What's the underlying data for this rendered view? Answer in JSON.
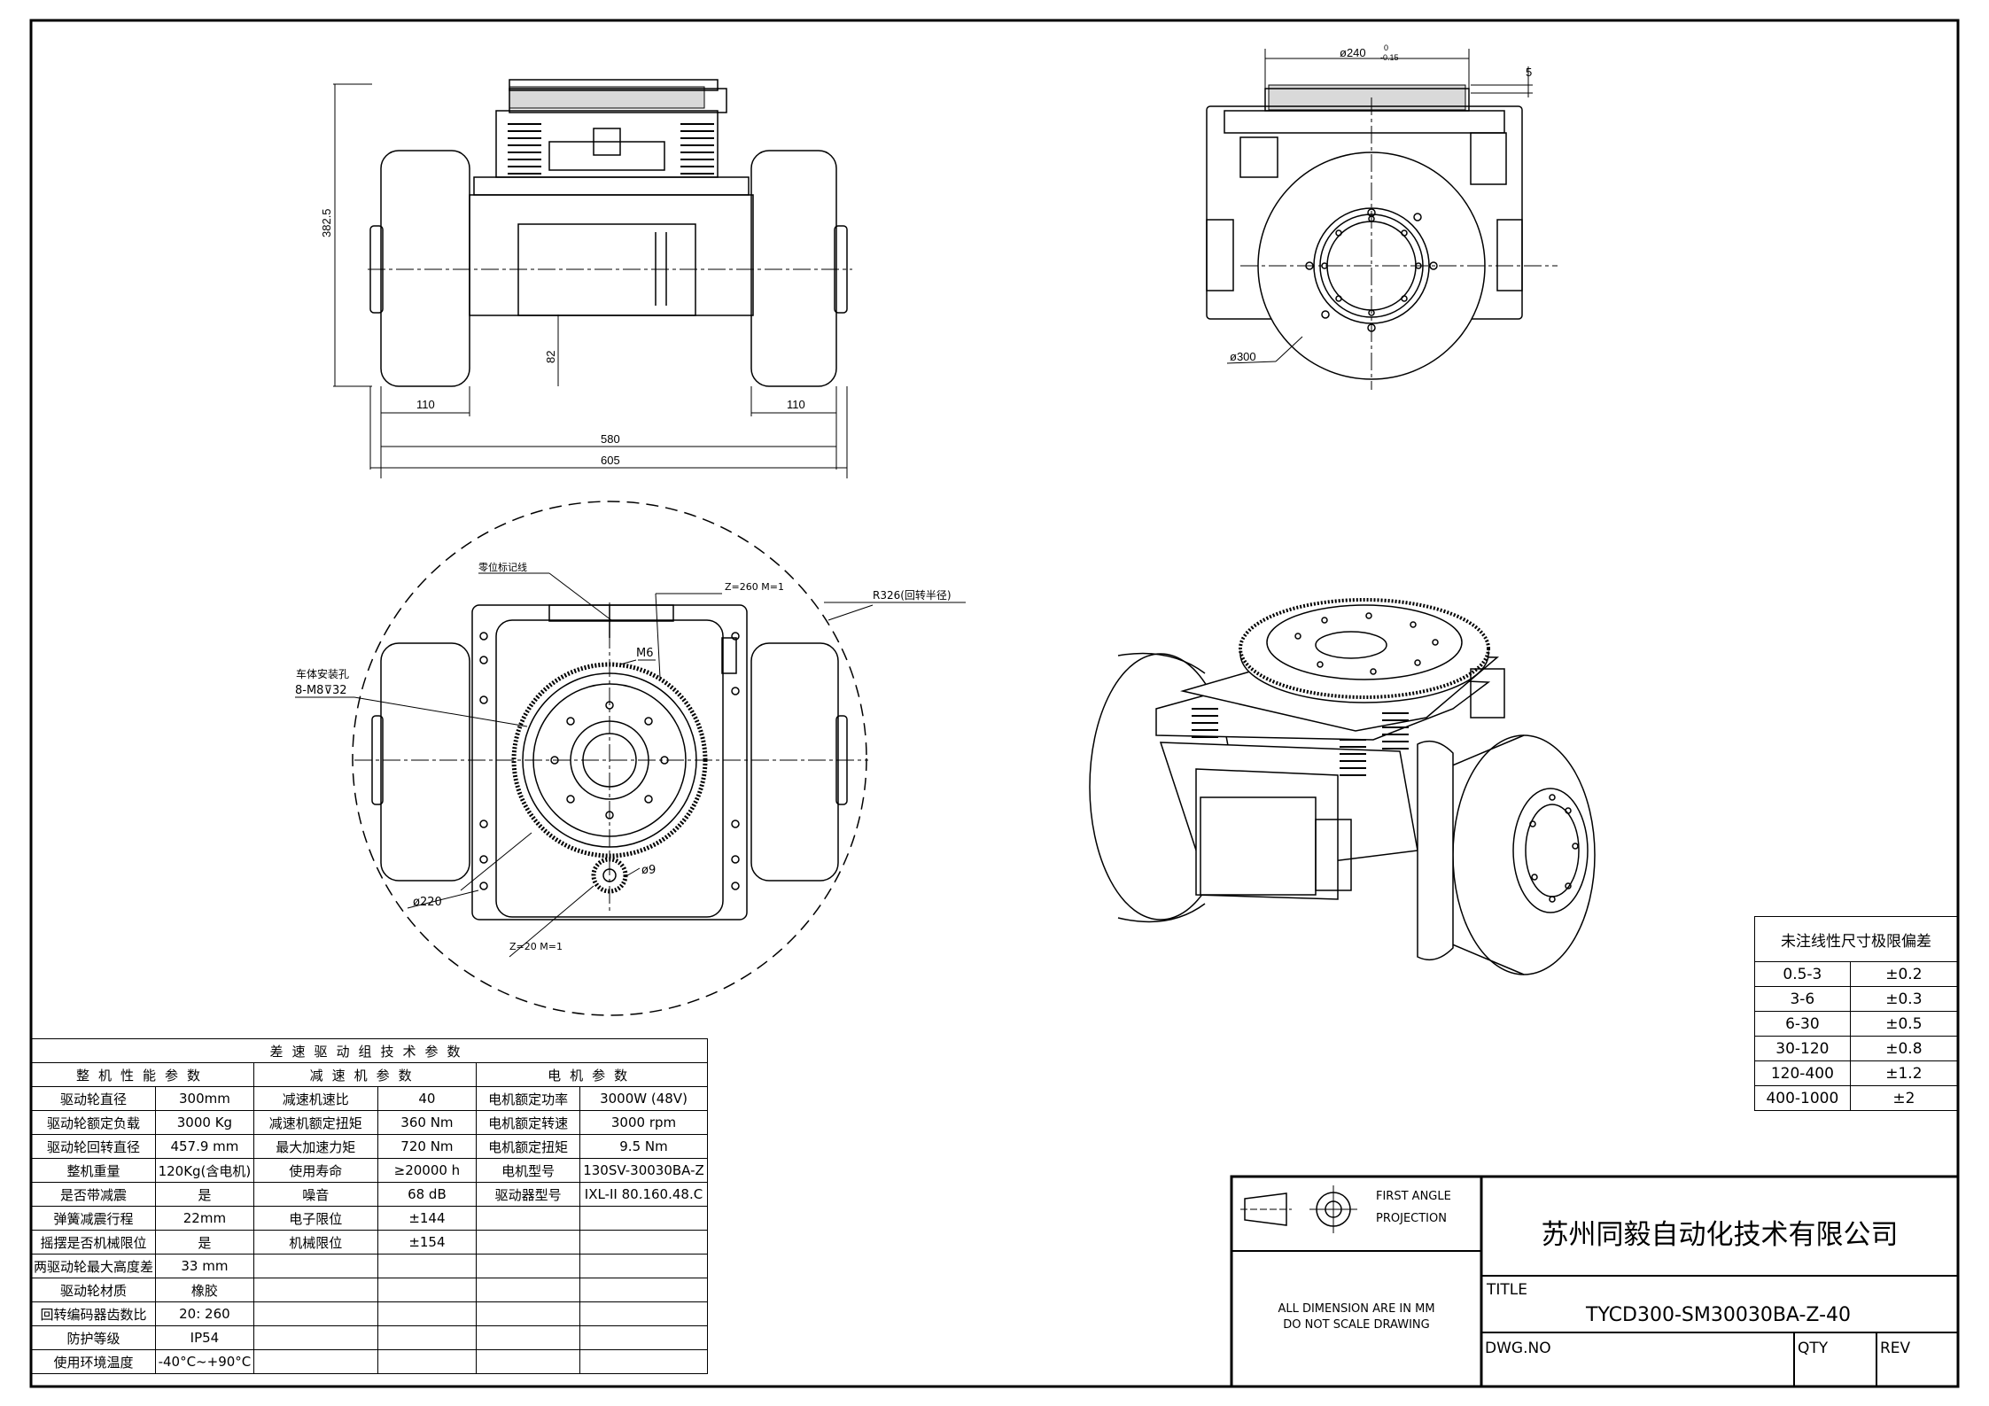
{
  "views": {
    "front": {
      "dim_height": "382.5",
      "dim_clearance": "82",
      "dim_wheel_left": "110",
      "dim_wheel_right": "110",
      "dim_track": "580",
      "dim_overall": "605"
    },
    "side": {
      "dim_turntable": "ø240",
      "dim_turntable_tol_upper": "0",
      "dim_turntable_tol_lower": "-0.15",
      "dim_offset": "5",
      "dim_wheel": "ø300"
    },
    "top": {
      "zero_mark": "零位标记线",
      "ring_gear": "Z=260 M=1",
      "radius": "R326(回转半径)",
      "mount_hole_label": "车体安装孔",
      "mount_hole_spec": "8-M8⊽32",
      "thread": "M6",
      "pin": "ø9",
      "bolt_circle": "ø220",
      "pinion": "Z=20 M=1"
    }
  },
  "spec_table": {
    "title": "差速驱动组技术参数",
    "col_heads": [
      "整机性能参数",
      "减速机参数",
      "电机参数"
    ],
    "rows": [
      [
        "驱动轮直径",
        "300mm",
        "减速机速比",
        "40",
        "电机额定功率",
        "3000W (48V)"
      ],
      [
        "驱动轮额定负载",
        "3000 Kg",
        "减速机额定扭矩",
        "360 Nm",
        "电机额定转速",
        "3000 rpm"
      ],
      [
        "驱动轮回转直径",
        "457.9 mm",
        "最大加速力矩",
        "720 Nm",
        "电机额定扭矩",
        "9.5 Nm"
      ],
      [
        "整机重量",
        "120Kg(含电机)",
        "使用寿命",
        "≥20000 h",
        "电机型号",
        "130SV-30030BA-Z"
      ],
      [
        "是否带减震",
        "是",
        "噪音",
        "68 dB",
        "驱动器型号",
        "IXL-II 80.160.48.C"
      ],
      [
        "弹簧减震行程",
        "22mm",
        "电子限位",
        "±144",
        "",
        ""
      ],
      [
        "摇摆是否机械限位",
        "是",
        "机械限位",
        "±154",
        "",
        ""
      ],
      [
        "两驱动轮最大高度差",
        "33 mm",
        "",
        "",
        "",
        ""
      ],
      [
        "驱动轮材质",
        "橡胶",
        "",
        "",
        "",
        ""
      ],
      [
        "回转编码器齿数比",
        "20: 260",
        "",
        "",
        "",
        ""
      ],
      [
        "防护等级",
        "IP54",
        "",
        "",
        "",
        ""
      ],
      [
        "使用环境温度",
        "-40°C~+90°C",
        "",
        "",
        "",
        ""
      ]
    ]
  },
  "tolerance_table": {
    "title": "未注线性尺寸极限偏差",
    "rows": [
      [
        "0.5-3",
        "±0.2"
      ],
      [
        "3-6",
        "±0.3"
      ],
      [
        "6-30",
        "±0.5"
      ],
      [
        "30-120",
        "±0.8"
      ],
      [
        "120-400",
        "±1.2"
      ],
      [
        "400-1000",
        "±2"
      ]
    ]
  },
  "title_block": {
    "projection_line1": "FIRST ANGLE",
    "projection_line2": "PROJECTION",
    "company": "苏州同毅自动化技术有限公司",
    "title_label": "TITLE",
    "title_value": "TYCD300-SM30030BA-Z-40",
    "note_line1": "ALL DIMENSION ARE IN MM",
    "note_line2": "DO NOT SCALE DRAWING",
    "dwg_label": "DWG.NO",
    "qty_label": "QTY",
    "rev_label": "REV"
  }
}
